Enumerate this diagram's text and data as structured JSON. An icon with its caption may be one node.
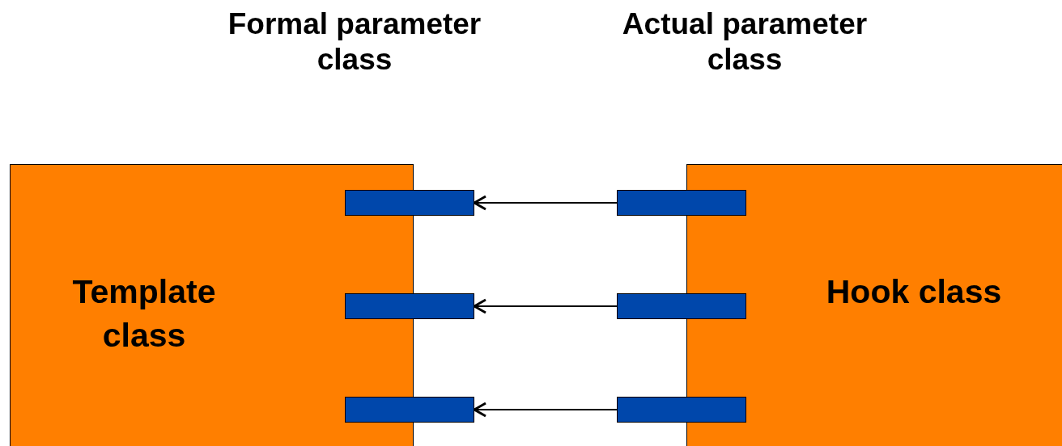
{
  "diagram": {
    "nodes": [
      {
        "text": [
          "Template class"
        ]
      },
      {
        "text": [
          "Hook class"
        ]
      },
      {
        "text": [],
        "shape": "bar"
      },
      {
        "text": [],
        "shape": "bar"
      },
      {
        "text": [],
        "shape": "bar"
      },
      {
        "text": [],
        "shape": "bar"
      },
      {
        "text": [],
        "shape": "bar"
      },
      {
        "text": [],
        "shape": "bar"
      }
    ],
    "edges": [
      {
        "from": 5,
        "to": 2,
        "arrow": "to"
      },
      {
        "from": 6,
        "to": 3,
        "arrow": "to"
      },
      {
        "from": 7,
        "to": 4,
        "arrow": "to"
      }
    ],
    "labels": [
      "Formal parameter class",
      "Actual parameter class"
    ]
  }
}
